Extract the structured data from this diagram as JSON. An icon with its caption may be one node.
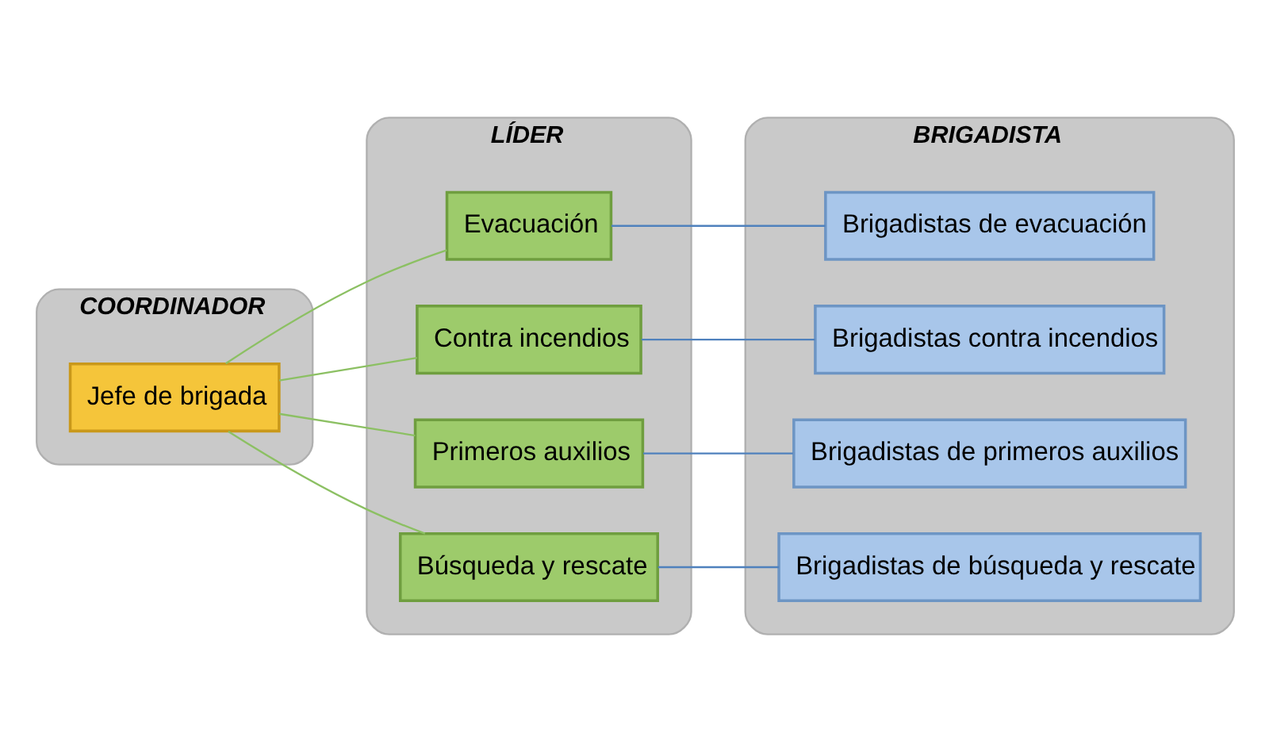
{
  "diagram": {
    "nodes": [
      {
        "text": [
          "COORDINADOR"
        ]
      },
      {
        "text": [
          "LÍDER"
        ]
      },
      {
        "text": [
          "BRIGADISTA"
        ]
      },
      {
        "text": [
          "Jefe de brigada"
        ],
        "in": 0
      },
      {
        "text": [
          "Evacuación"
        ],
        "in": 1
      },
      {
        "text": [
          "Contra incendios"
        ],
        "in": 1
      },
      {
        "text": [
          "Primeros auxilios"
        ],
        "in": 1
      },
      {
        "text": [
          "Búsqueda y rescate"
        ],
        "in": 1
      },
      {
        "text": [
          "Brigadistas de evacuación"
        ],
        "in": 2
      },
      {
        "text": [
          "Brigadistas contra incendios"
        ],
        "in": 2
      },
      {
        "text": [
          "Brigadistas de primeros auxilios"
        ],
        "in": 2
      },
      {
        "text": [
          "Brigadistas de búsqueda y rescate"
        ],
        "in": 2
      }
    ],
    "edges": [
      {
        "from": 3,
        "to": 4,
        "arrow": "none",
        "color": "#8cc063"
      },
      {
        "from": 3,
        "to": 5,
        "arrow": "none",
        "color": "#8cc063"
      },
      {
        "from": 3,
        "to": 6,
        "arrow": "none",
        "color": "#8cc063"
      },
      {
        "from": 3,
        "to": 7,
        "arrow": "none",
        "color": "#8cc063"
      },
      {
        "from": 4,
        "to": 8,
        "arrow": "none",
        "color": "#4f81bd"
      },
      {
        "from": 5,
        "to": 9,
        "arrow": "none",
        "color": "#4f81bd"
      },
      {
        "from": 6,
        "to": 10,
        "arrow": "none",
        "color": "#4f81bd"
      },
      {
        "from": 7,
        "to": 11,
        "arrow": "none",
        "color": "#4f81bd"
      }
    ]
  }
}
